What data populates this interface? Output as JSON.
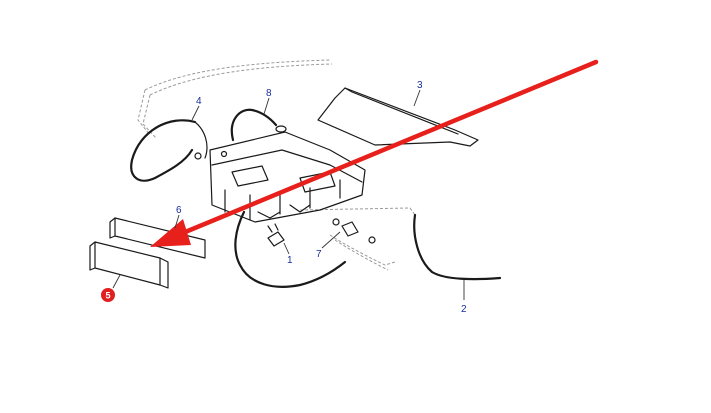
{
  "diagram": {
    "callouts": [
      {
        "id": "c1",
        "label": "1"
      },
      {
        "id": "c2",
        "label": "2"
      },
      {
        "id": "c3",
        "label": "3"
      },
      {
        "id": "c4",
        "label": "4"
      },
      {
        "id": "c6",
        "label": "6"
      },
      {
        "id": "c7",
        "label": "7"
      },
      {
        "id": "c8",
        "label": "8"
      }
    ],
    "highlight": {
      "label": "5",
      "color": "#e02020"
    },
    "arrow_color": "#e8201c",
    "label_color": "#1a2e9e"
  }
}
